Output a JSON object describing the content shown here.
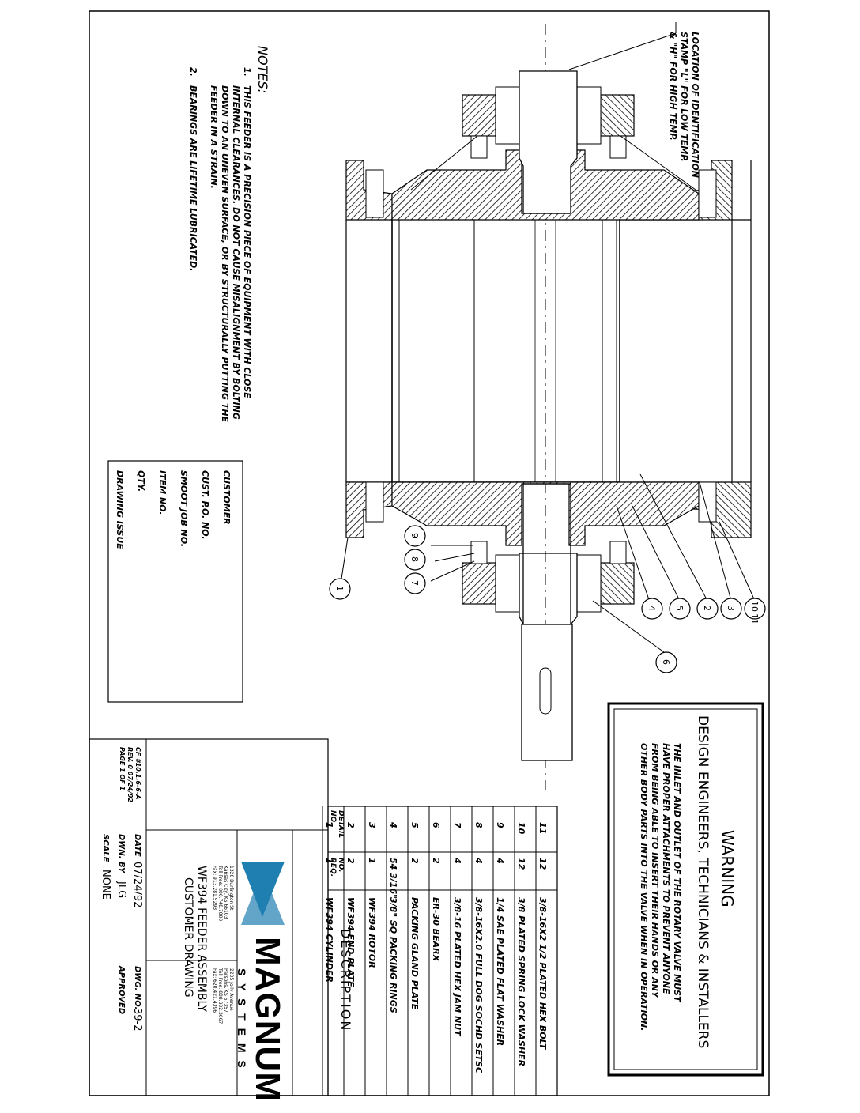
{
  "warning": {
    "title": "WARNING",
    "audience": "DESIGN ENGINEERS, TECHNICIANS & INSTALLERS",
    "lines": [
      "THE INLET AND OUTLET OF THE ROTARY VALVE MUST",
      "HAVE PROPER ATTACHMENTS TO PREVENT ANYONE",
      "FROM BEING ABLE TO INSERT THEIR HANDS OR ANY",
      "OTHER BODY PARTS INTO THE VALVE WHEN IN OPERATION."
    ]
  },
  "id_note": {
    "lines": [
      "LOCATION OF IDENTIFICATION",
      "STAMP \"L\" FOR LOW TEMP.",
      "& \"H\" FOR HIGH TEMP."
    ]
  },
  "notes": {
    "title": "NOTES:",
    "items": [
      {
        "num": "1.",
        "lines": [
          "THIS FEEDER IS A PRECISION PIECE OF EQUIPMENT WITH CLOSE",
          "INTERNAL CLEARANCES. DO NOT CAUSE MISALIGNMENT BY BOLTING",
          "DOWN TO AN UNEVEN SURFACE, OR BY STRUCTURALLY PUTTING THE",
          "FEEDER IN A STRAIN."
        ]
      },
      {
        "num": "2.",
        "lines": [
          "BEARINGS ARE LIFETIME LUBRICATED."
        ]
      }
    ]
  },
  "customer_block": {
    "fields": [
      "CUSTOMER",
      "CUST. P.O. NO.",
      "SMOOT JOB NO.",
      "ITEM NO.",
      "QTY.",
      "DRAWING ISSUE"
    ]
  },
  "bom": {
    "headers": [
      "DETAIL NO.",
      "NO. REQ.",
      "DESCRIPTION"
    ],
    "header_detail_lines": [
      "DETAIL",
      "NO."
    ],
    "header_req_lines": [
      "NO.",
      "REQ."
    ],
    "rows": [
      {
        "detail": "11",
        "req": "12",
        "desc": "3/8-16X2 1/2 PLATED HEX BOLT"
      },
      {
        "detail": "10",
        "req": "12",
        "desc": "3/8 PLATED SPRING LOCK WASHER"
      },
      {
        "detail": "9",
        "req": "4",
        "desc": "1/4 SAE PLATED FLAT WASHER"
      },
      {
        "detail": "8",
        "req": "4",
        "desc": "3/8-16X2.0 FULL DOG SOCHD SETSC"
      },
      {
        "detail": "7",
        "req": "4",
        "desc": "3/8-16 PLATED HEX JAM NUT"
      },
      {
        "detail": "6",
        "req": "2",
        "desc": "ER-30 BEARX"
      },
      {
        "detail": "5",
        "req": "2",
        "desc": "PACKING GLAND PLATE"
      },
      {
        "detail": "4",
        "req": "54 3/16\"",
        "desc": "3/8\" SQ PACKING RINGS"
      },
      {
        "detail": "3",
        "req": "1",
        "desc": "WF394 ROTOR"
      },
      {
        "detail": "2",
        "req": "2",
        "desc": "WF394 END PLATE"
      },
      {
        "detail": "1",
        "req": "1",
        "desc": "WF394 CYLINDER"
      }
    ]
  },
  "title_block": {
    "brand": "MAGNUM",
    "brand_sub": "S Y S T E M S",
    "brand_color": "#1f7fb0",
    "address_left": [
      "1320 Burlington St.",
      "Kansas City, KS 66103",
      "Toll Free: 800.748.7000",
      "Fax: 913.281.5293"
    ],
    "address_right": [
      "2205 Jolly Avenue",
      "Parsons, KS 67357",
      "Toll Free: 888.882.3667",
      "Fax: 620.421.4396"
    ],
    "title": "WF394 FEEDER ASSEMBLY",
    "subtitle": "CUSTOMER DRAWING",
    "date_label": "DATE",
    "date": "07/24/92",
    "drawn_label": "DWN. BY",
    "drawn": "JLG",
    "scale_label": "SCALE",
    "scale": "NONE",
    "dwg_label": "DWG. NO.",
    "dwg": "39-2",
    "approved_label": "APPROVED",
    "doc_ref": [
      "CF #10.1.6-6-A",
      "REV. 0 07/24/92",
      "PAGE 1 OF 1"
    ]
  },
  "balloons": [
    "1",
    "2",
    "3",
    "4",
    "5",
    "6",
    "7",
    "8",
    "9",
    "10",
    "11"
  ]
}
